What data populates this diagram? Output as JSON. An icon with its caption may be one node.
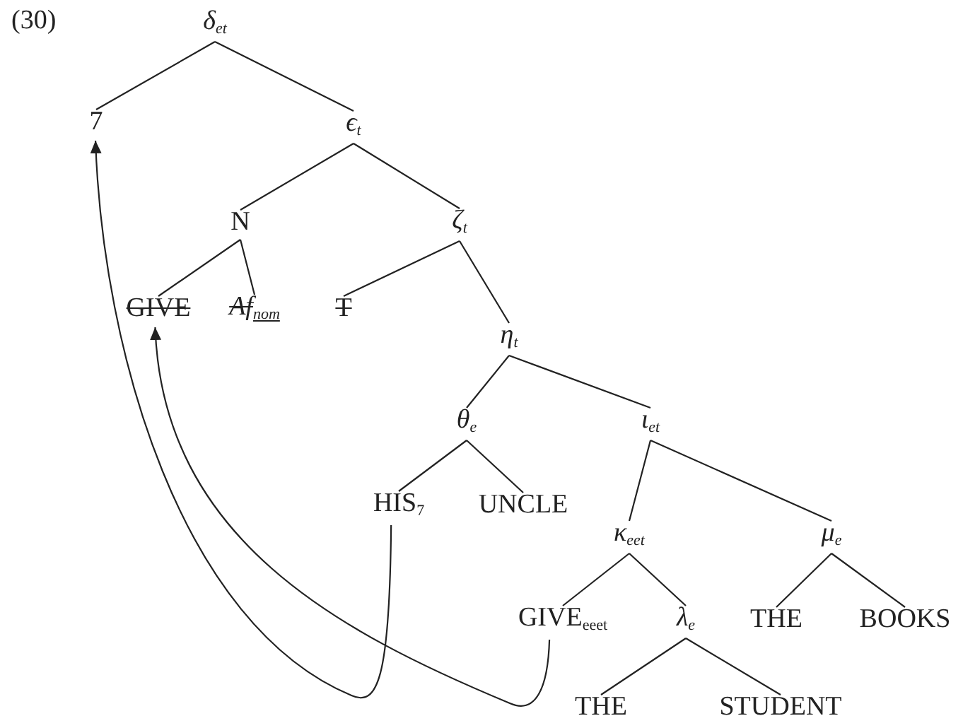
{
  "diagram": {
    "nodes": [
      {
        "text": [
          "δ$_{et}$"
        ]
      },
      {
        "text": [
          "7"
        ]
      },
      {
        "text": [
          "ϵ$_{t}$"
        ]
      },
      {
        "text": [
          "N"
        ]
      },
      {
        "text": [
          "ζ$_{t}$"
        ]
      },
      {
        "text": [
          "GIVE"
        ]
      },
      {
        "text": [
          "Af$_{nom}$"
        ]
      },
      {
        "text": [
          "T"
        ]
      },
      {
        "text": [
          "η$_{t}$"
        ]
      },
      {
        "text": [
          "θ$_{e}$"
        ]
      },
      {
        "text": [
          "ι$_{et}$"
        ]
      },
      {
        "text": [
          "HIS$_{7}$"
        ]
      },
      {
        "text": [
          "UNCLE"
        ]
      },
      {
        "text": [
          "κ$_{eet}$"
        ]
      },
      {
        "text": [
          "μ$_{e}$"
        ]
      },
      {
        "text": [
          "GIVE$_{eeet}$"
        ]
      },
      {
        "text": [
          "λ$_{e}$"
        ]
      },
      {
        "text": [
          "THE"
        ]
      },
      {
        "text": [
          "BOOKS"
        ]
      },
      {
        "text": [
          "THE"
        ]
      },
      {
        "text": [
          "STUDENT"
        ]
      }
    ],
    "edges": [
      {
        "from": 0,
        "to": 1,
        "arrow": "none"
      },
      {
        "from": 0,
        "to": 2,
        "arrow": "none"
      },
      {
        "from": 2,
        "to": 3,
        "arrow": "none"
      },
      {
        "from": 2,
        "to": 4,
        "arrow": "none"
      },
      {
        "from": 3,
        "to": 5,
        "arrow": "none"
      },
      {
        "from": 3,
        "to": 6,
        "arrow": "none"
      },
      {
        "from": 4,
        "to": 7,
        "arrow": "none"
      },
      {
        "from": 4,
        "to": 8,
        "arrow": "none"
      },
      {
        "from": 8,
        "to": 9,
        "arrow": "none"
      },
      {
        "from": 8,
        "to": 10,
        "arrow": "none"
      },
      {
        "from": 9,
        "to": 11,
        "arrow": "none"
      },
      {
        "from": 9,
        "to": 12,
        "arrow": "none"
      },
      {
        "from": 10,
        "to": 13,
        "arrow": "none"
      },
      {
        "from": 10,
        "to": 14,
        "arrow": "none"
      },
      {
        "from": 13,
        "to": 15,
        "arrow": "none"
      },
      {
        "from": 13,
        "to": 16,
        "arrow": "none"
      },
      {
        "from": 14,
        "to": 17,
        "arrow": "none"
      },
      {
        "from": 14,
        "to": 18,
        "arrow": "none"
      },
      {
        "from": 16,
        "to": 19,
        "arrow": "none"
      },
      {
        "from": 16,
        "to": 20,
        "arrow": "none"
      },
      {
        "from": 11,
        "to": 1,
        "arrow": "to"
      },
      {
        "from": 15,
        "to": 5,
        "arrow": "to"
      }
    ],
    "labels": [
      "(30)"
    ]
  }
}
